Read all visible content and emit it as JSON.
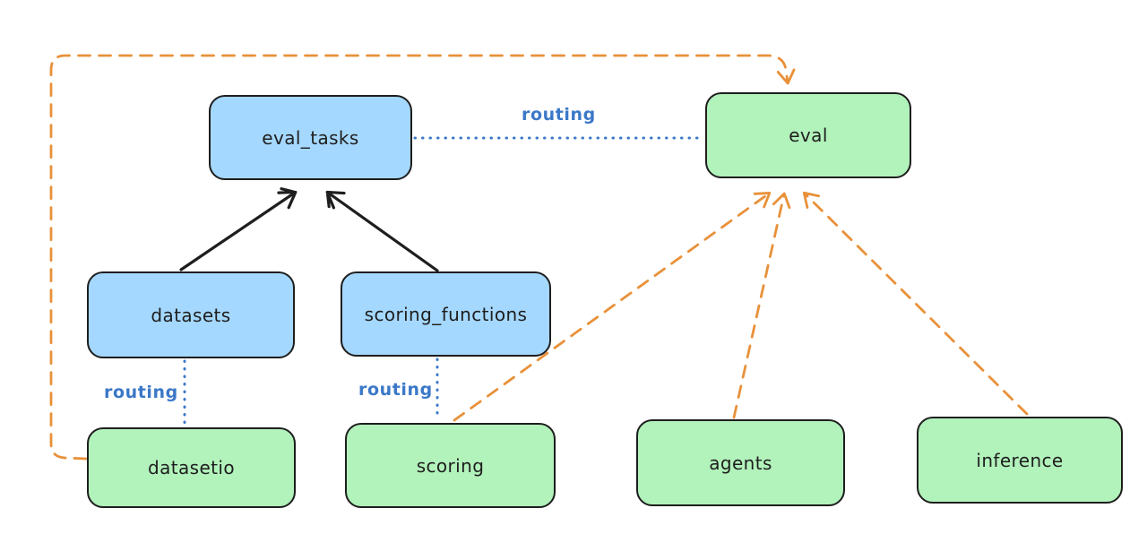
{
  "diagram": {
    "colors": {
      "blue_fill": "#a5d8ff",
      "green_fill": "#b2f2bb",
      "stroke": "#1e1e1e",
      "orange": "#e8913a",
      "blue_line": "#3b78c8",
      "bg": "#ffffff"
    },
    "nodes": [
      {
        "id": "eval_tasks",
        "label": "eval_tasks",
        "type": "blue"
      },
      {
        "id": "eval",
        "label": "eval",
        "type": "green"
      },
      {
        "id": "datasets",
        "label": "datasets",
        "type": "blue"
      },
      {
        "id": "scoring_functions",
        "label": "scoring_functions",
        "type": "blue"
      },
      {
        "id": "datasetio",
        "label": "datasetio",
        "type": "green"
      },
      {
        "id": "scoring",
        "label": "scoring",
        "type": "green"
      },
      {
        "id": "agents",
        "label": "agents",
        "type": "green"
      },
      {
        "id": "inference",
        "label": "inference",
        "type": "green"
      }
    ],
    "edge_labels": [
      {
        "id": "routing-eval",
        "text": "routing"
      },
      {
        "id": "routing-datasetio",
        "text": "routing"
      },
      {
        "id": "routing-scoring",
        "text": "routing"
      }
    ],
    "edges": [
      {
        "from": "datasets",
        "to": "eval_tasks",
        "style": "solid-arrow",
        "color": "black"
      },
      {
        "from": "scoring_functions",
        "to": "eval_tasks",
        "style": "solid-arrow",
        "color": "black"
      },
      {
        "from": "eval_tasks",
        "to": "eval",
        "style": "dotted",
        "color": "blue",
        "label": "routing"
      },
      {
        "from": "datasets",
        "to": "datasetio",
        "style": "dotted",
        "color": "blue",
        "label": "routing"
      },
      {
        "from": "scoring_functions",
        "to": "scoring",
        "style": "dotted",
        "color": "blue",
        "label": "routing"
      },
      {
        "from": "datasetio",
        "to": "eval",
        "style": "dashed-arrow",
        "color": "orange"
      },
      {
        "from": "scoring",
        "to": "eval",
        "style": "dashed-arrow",
        "color": "orange"
      },
      {
        "from": "agents",
        "to": "eval",
        "style": "dashed-arrow",
        "color": "orange"
      },
      {
        "from": "inference",
        "to": "eval",
        "style": "dashed-arrow",
        "color": "orange"
      }
    ]
  }
}
